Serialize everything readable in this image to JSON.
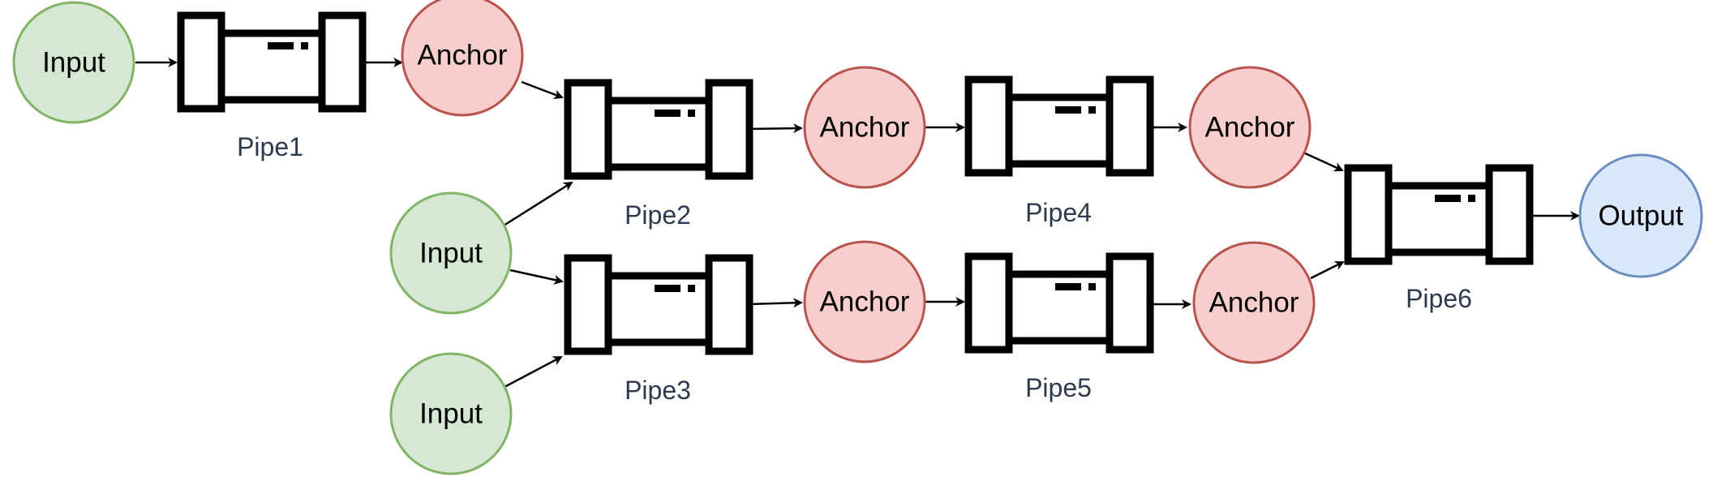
{
  "colors": {
    "input": {
      "fill": "#d5e8d4",
      "stroke": "#82b366"
    },
    "anchor": {
      "fill": "#f8cecc",
      "stroke": "#b85450"
    },
    "output": {
      "fill": "#dae8fc",
      "stroke": "#6c8ebf"
    }
  },
  "nodes": {
    "input_1": "Input",
    "input_2": "Input",
    "input_3": "Input",
    "anchor_1": "Anchor",
    "anchor_2": "Anchor",
    "anchor_3": "Anchor",
    "anchor_4": "Anchor",
    "anchor_5": "Anchor",
    "output": "Output"
  },
  "pipes": {
    "pipe1": "Pipe1",
    "pipe2": "Pipe2",
    "pipe3": "Pipe3",
    "pipe4": "Pipe4",
    "pipe5": "Pipe5",
    "pipe6": "Pipe6"
  },
  "icons": {
    "pipe": "pipe-icon",
    "arrow": "arrow-icon"
  }
}
